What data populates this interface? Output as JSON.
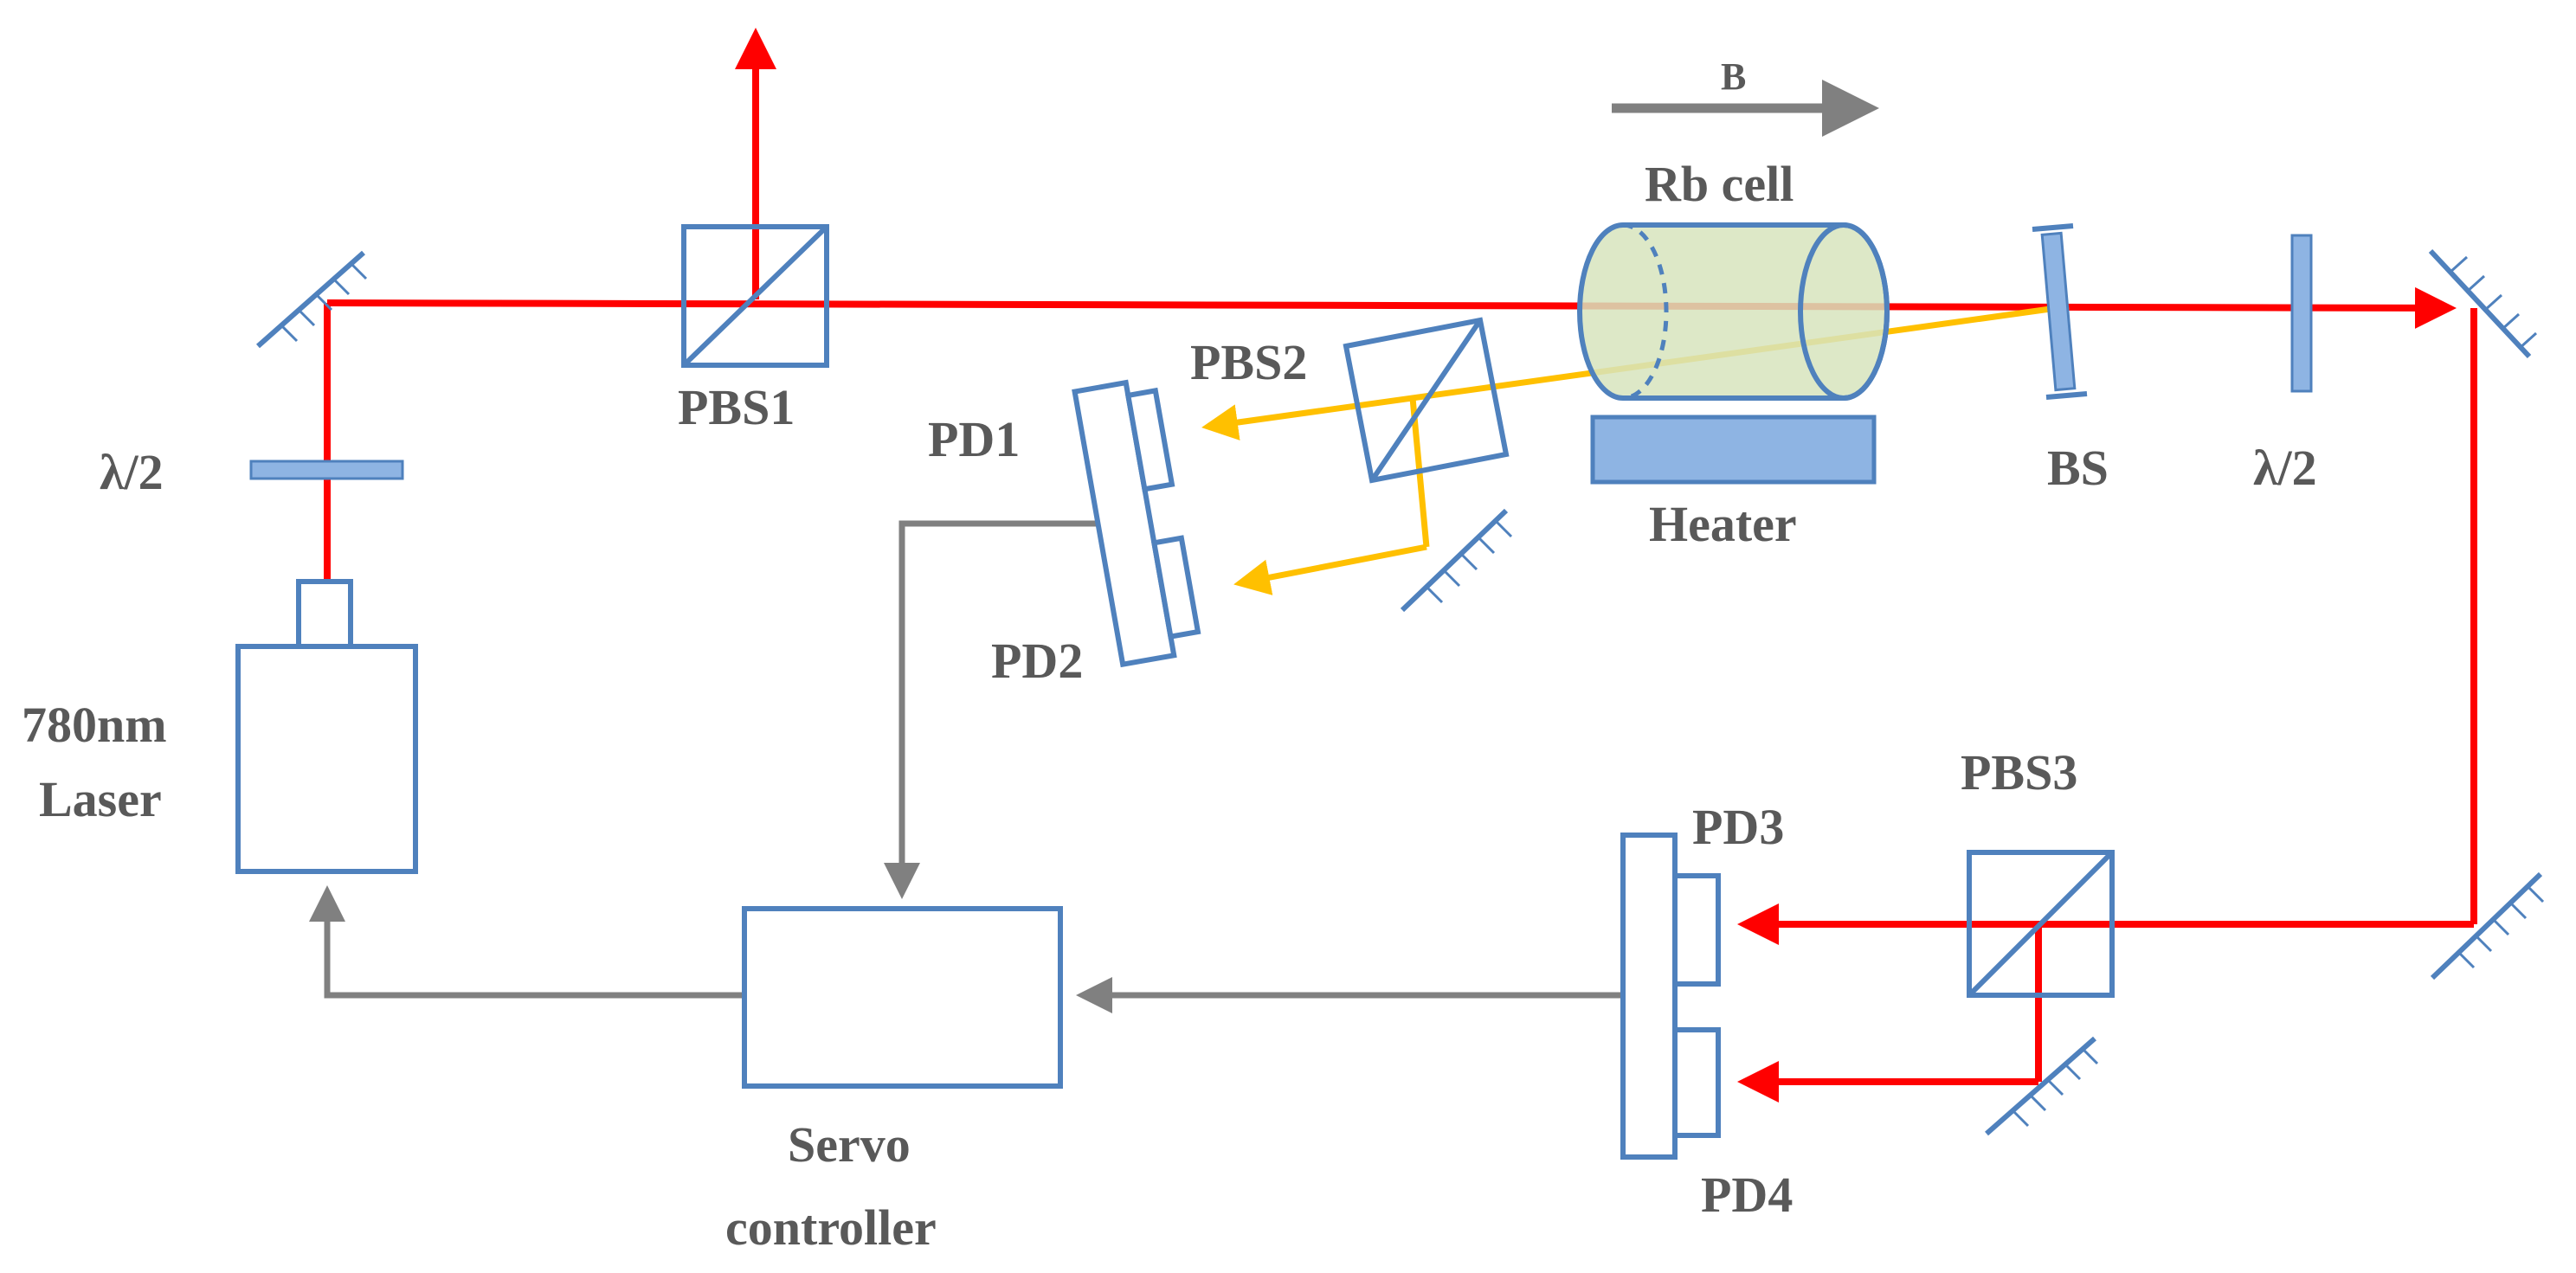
{
  "labels": {
    "laser_line1": "780nm",
    "laser_line2": "Laser",
    "half_wave_left": "λ/2",
    "half_wave_right": "λ/2",
    "pbs1": "PBS1",
    "pbs2": "PBS2",
    "pbs3": "PBS3",
    "pd1": "PD1",
    "pd2": "PD2",
    "pd3": "PD3",
    "pd4": "PD4",
    "rb_cell": "Rb cell",
    "heater": "Heater",
    "bs": "BS",
    "magnetic_field": "B",
    "servo_line1": "Servo",
    "servo_line2": "controller"
  },
  "colors": {
    "laser_beam": "#ff0000",
    "probe_beam": "#ffc000",
    "signal_line": "#808080",
    "optic_outline": "#4f81bd",
    "optic_fill": "#8eb4e3",
    "cell_fill": "#d7e4bd",
    "label_text": "#595959"
  }
}
